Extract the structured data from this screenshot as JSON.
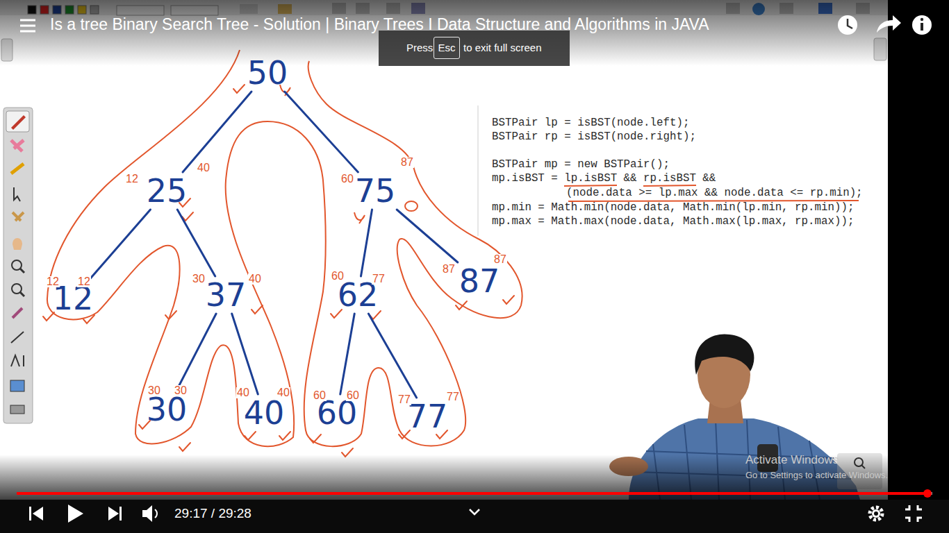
{
  "diagram": {
    "title": "Is a tree Binary Search Tree - Solution | Binary Trees I Data Structure and Algorithms in JAVA",
    "nodes": [
      {
        "text": [
          "50"
        ]
      },
      {
        "text": [
          "25"
        ]
      },
      {
        "text": [
          "75"
        ]
      },
      {
        "text": [
          "12"
        ]
      },
      {
        "text": [
          "37"
        ]
      },
      {
        "text": [
          "62"
        ]
      },
      {
        "text": [
          "87"
        ]
      },
      {
        "text": [
          "30"
        ]
      },
      {
        "text": [
          "40"
        ]
      },
      {
        "text": [
          "60"
        ]
      },
      {
        "text": [
          "77"
        ]
      }
    ],
    "edges": [
      {
        "from": 0,
        "to": 1,
        "arrow": "none"
      },
      {
        "from": 0,
        "to": 2,
        "arrow": "none"
      },
      {
        "from": 1,
        "to": 3,
        "arrow": "none"
      },
      {
        "from": 1,
        "to": 4,
        "arrow": "none"
      },
      {
        "from": 2,
        "to": 5,
        "arrow": "none"
      },
      {
        "from": 2,
        "to": 6,
        "arrow": "none"
      },
      {
        "from": 4,
        "to": 7,
        "arrow": "none"
      },
      {
        "from": 4,
        "to": 8,
        "arrow": "none"
      },
      {
        "from": 5,
        "to": 9,
        "arrow": "none"
      },
      {
        "from": 5,
        "to": 10,
        "arrow": "none"
      }
    ],
    "labels": [
      "Press",
      "Esc",
      "to exit full screen",
      "BSTPair lp = isBST(node.left);",
      "BSTPair rp = isBST(node.right);",
      "BSTPair mp = new BSTPair();",
      "mp.isBST = lp.isBST && rp.isBST &&",
      "(node.data >= lp.max && node.data <= rp.min);",
      "mp.min = Math.min(node.data, Math.min(lp.min, rp.min));",
      "mp.max = Math.max(node.data, Math.max(lp.max, rp.max));",
      "12",
      "40",
      "60",
      "87",
      "12",
      "12",
      "30",
      "40",
      "60",
      "77",
      "87",
      "87",
      "30",
      "30",
      "40",
      "40",
      "60",
      "60",
      "77",
      "77",
      "29:17 / 29:28",
      "Activate Windows",
      "Go to Settings to activate Windows."
    ]
  }
}
